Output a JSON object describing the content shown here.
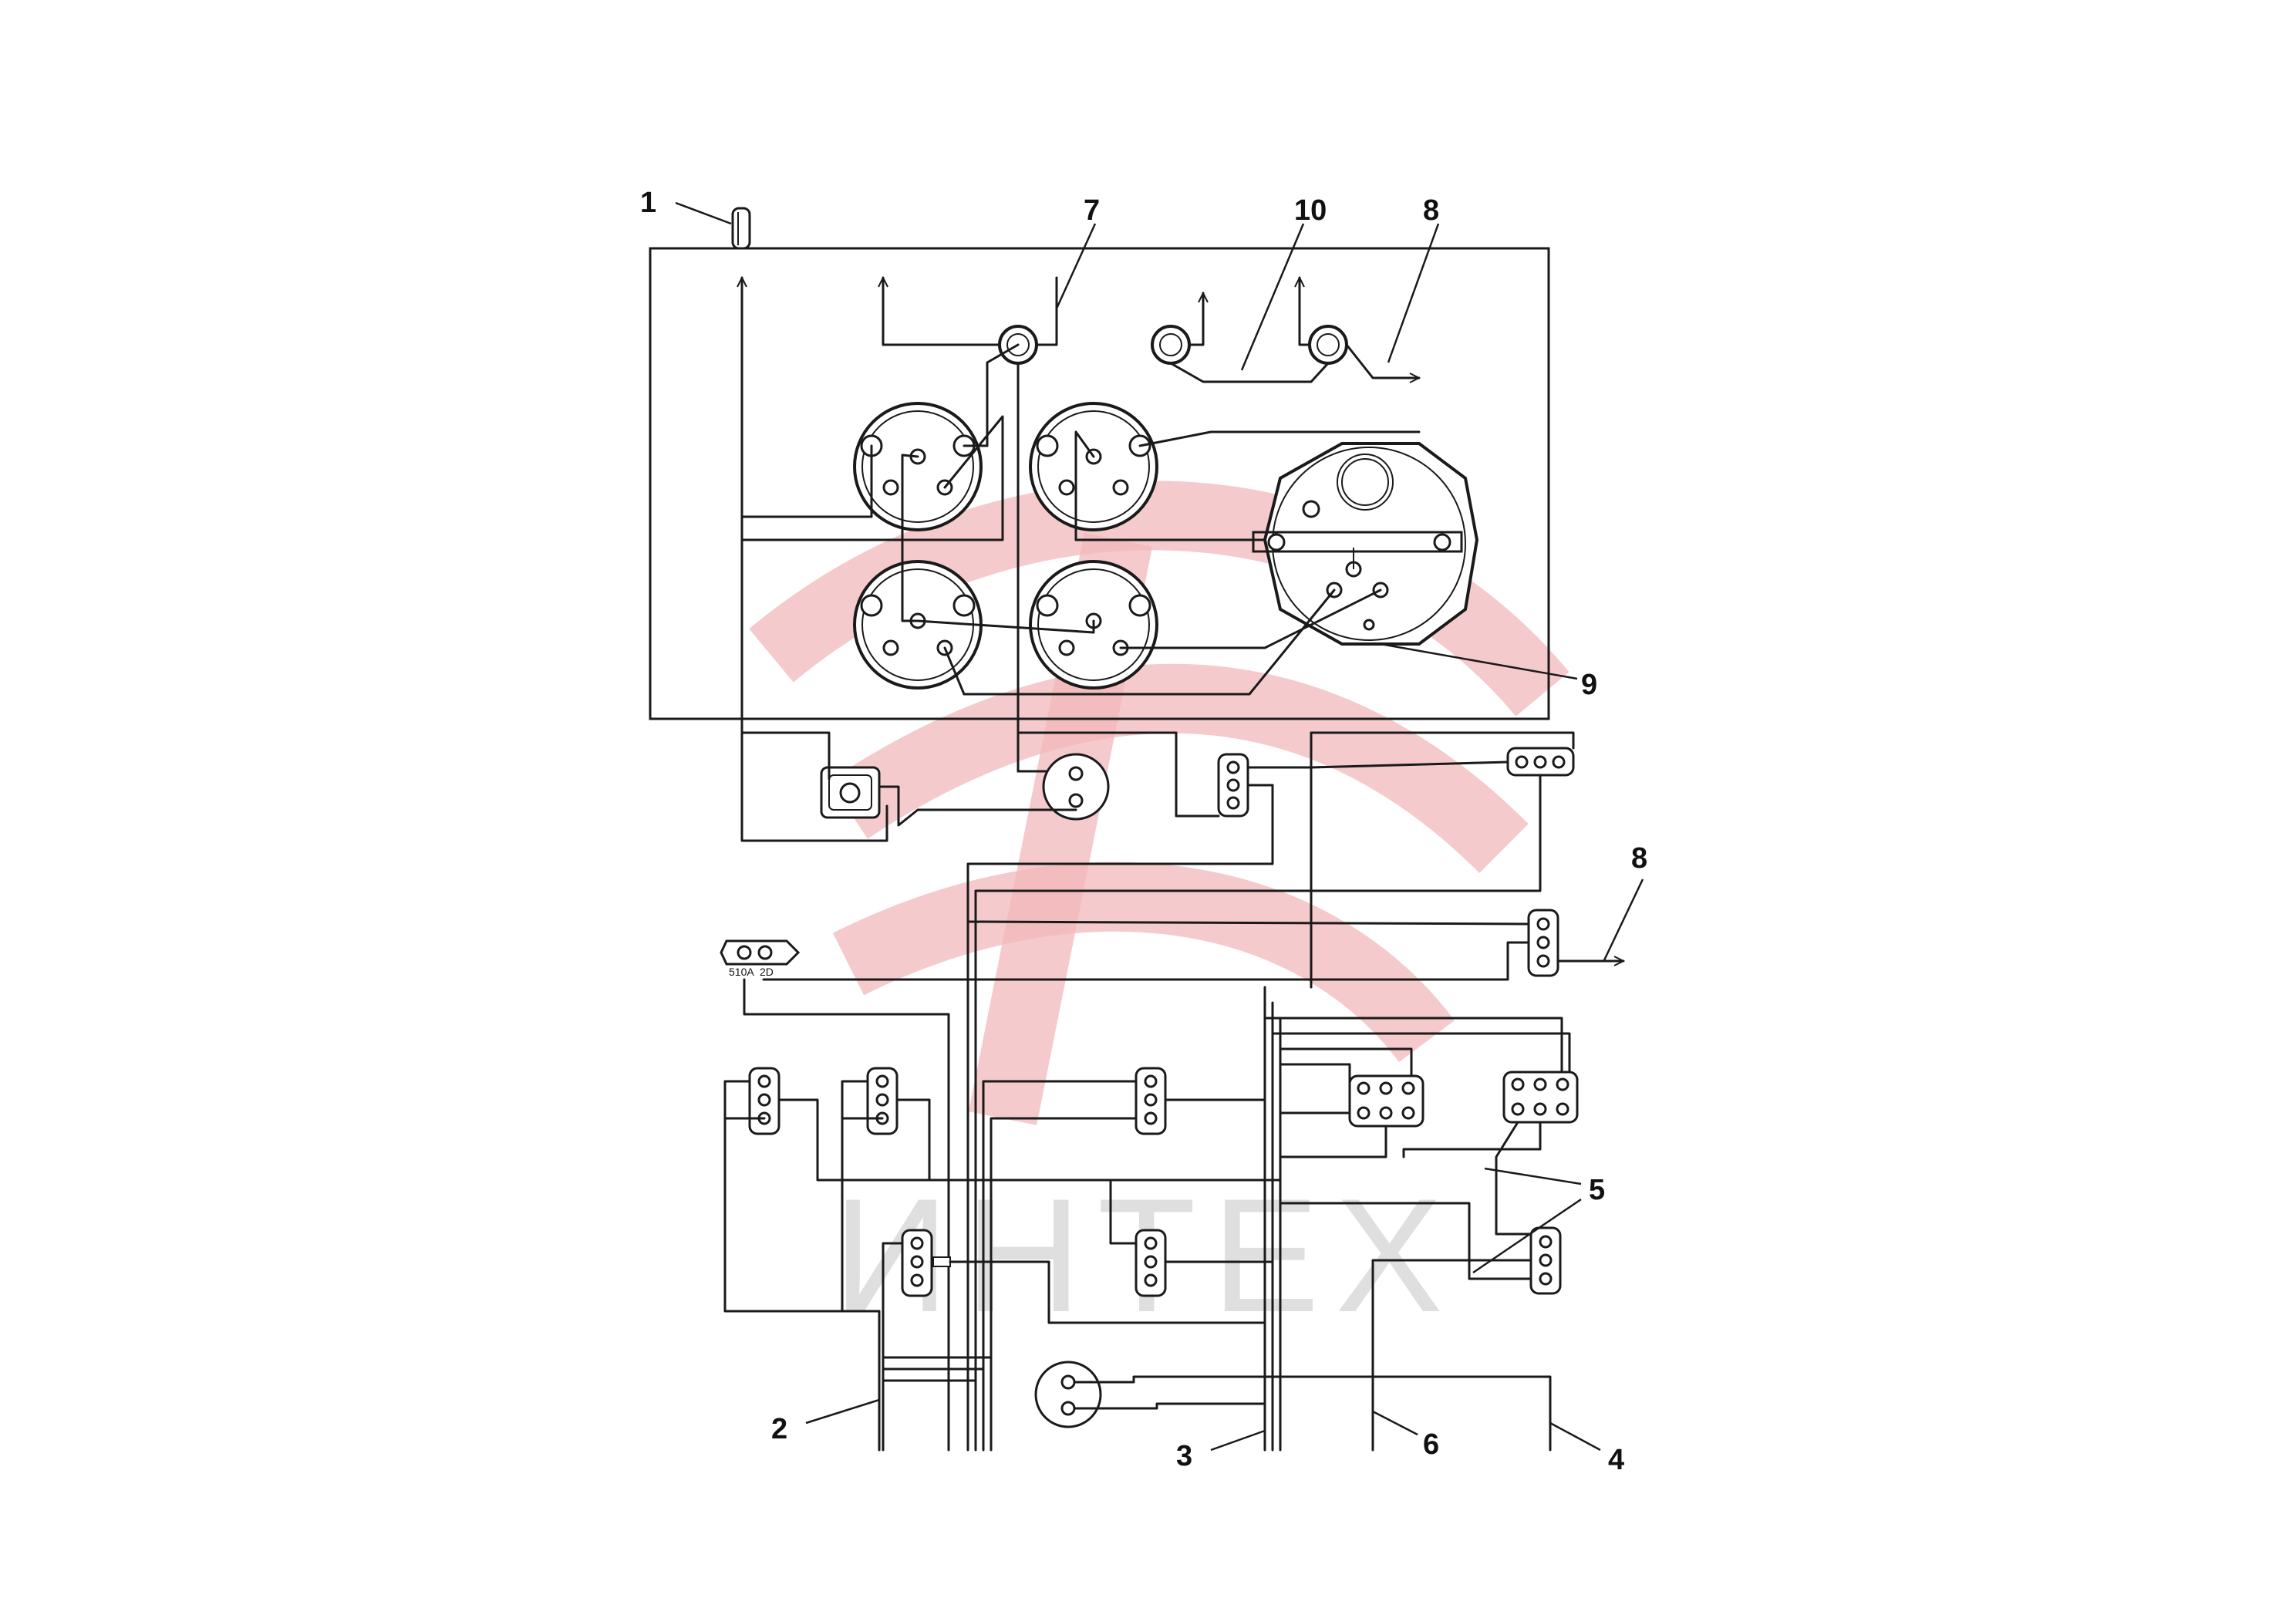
{
  "watermark": {
    "text": "ИНТЕХ",
    "color": "#f2b8bb"
  },
  "callouts": [
    {
      "id": "c1",
      "label": "1"
    },
    {
      "id": "c2",
      "label": "2"
    },
    {
      "id": "c3",
      "label": "3"
    },
    {
      "id": "c4",
      "label": "4"
    },
    {
      "id": "c5a",
      "label": "5"
    },
    {
      "id": "c6",
      "label": "6"
    },
    {
      "id": "c7",
      "label": "7"
    },
    {
      "id": "c8a",
      "label": "8"
    },
    {
      "id": "c8b",
      "label": "8"
    },
    {
      "id": "c9",
      "label": "9"
    },
    {
      "id": "c10",
      "label": "10"
    }
  ],
  "connector_labels": {
    "left": "510A",
    "right": "2D"
  }
}
